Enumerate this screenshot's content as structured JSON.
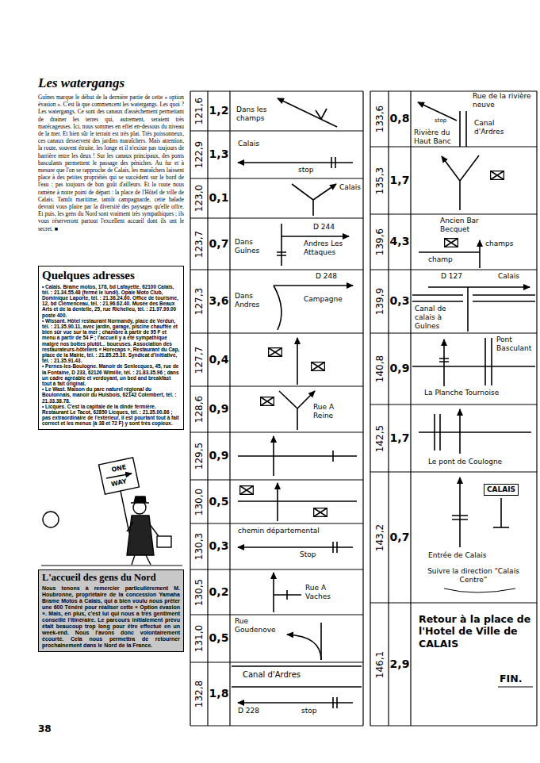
{
  "diagram": {
    "title": "Les watergangs",
    "nodes": [
      {
        "text": [
          "Quelques adresses",
          "• Calais. Brame motos, 178, bd Lafayette, 62100 Calais, tél. : 21.34.55.48 (fermé le lundi). Opale Moto Club, Dominique Laporte, tél. : 21.36.24.60. Office de tourisme, 12, bd Clémenceau, tél. : 21.96.62.40. Musée des Beaux Arts et de la dentelle, 25, rue Richelieu, tél. : 21.97.99.00 poste 400.",
          "• Wissant. Hôtel restaurant Normandy, place de Verdun, tél. : 21.35.90.11, avec jardin, garage, piscine chauffée et bien sûr vue sur la mer ; chambre à partir de 95 F et menu à partir de 54 F ; l'accueil y a été sympathique malgré nos bottes plutôt... boueuses. Association des restaurateurs-hôteliers « Horecaps », Restaurant du Cap, place de la Mairie, tél. : 21.85.25.10. Syndicat d'initiative, tél. : 21.35.91.43.",
          "• Pernes-les-Boulogne. Manoir de Senlecques, 45, rue de la Fontaine, D 233, 62126 Wimille, tél. : 21.83.35.96 ; dans un cadre agréable et verdoyant, un bed and breakfast tout à fait original.",
          "• Le Wast. Maison du parc naturel régional du Boulonnais, manoir du Huisbois, 62142 Colembert, tél. : 21.33.38.78.",
          "• Licques. C'est la capitale de la dinde fermière. Restaurant Le Tacot, 62850 Licques, tél. : 21.35.00.86 ; pas extraordinaire de l'extérieur, il est pourtant tout à fait correct et les menus (à 38 et 72 F) y sont très copieux."
        ]
      },
      {
        "text": [
          "L'accueil des gens du Nord",
          "Nous tenons à remercier particulièrement M. Houbronne, propriétaire de la concession Yamaha Brame Motos à Calais, qui a bien voulu nous prêter une 600 Ténéré pour réaliser cette « Option évasion ». Mais, en plus, c'est lui qui nous a très gentiment conseillé l'itinéraire. Le parcours initialement prévu était beaucoup trop long pour être effectué en un week-end. Nous l'avons donc volontairement écourté. Cela nous permettra de retourner prochainement dans le Nord de la France."
        ]
      }
    ],
    "labels": [
      "Guînes marque le début de la dernière partie de cette « option évasion ». C'est là que commencent les watergangs. Les quoi ? Les watergangs. Ce sont des canaux d'assèchement permettant de drainer les terres qui, autrement, seraient très marécageuses. Ici, nous sommes en effet en-dessous du niveau de la mer. Et bien sûr le terrain est très plat. Très poissonneux, ces canaux desservent des jardins maraîchers. Mais attention, la route, souvent étroite, les longe et il n'existe pas toujours de barrière entre les deux ! Sur les canaux principaux, des ponts basculants permettent le passage des péniches. Au fur et à mesure que l'on se rapproche de Calais, les maraîchers laissent place à des petites propriétés qui se succèdent sur le bord de l'eau ; pas toujours de bon goût d'ailleurs. Et la route nous ramène à notre point de départ : la place de l'Hôtel de ville de Calais. Tantôt maritime, tantôt campagnarde, cette balade devrait vous plaire par la diversité des paysages qu'elle offre. Et puis, les gens du Nord sont vraiment très sympathiques ; ils vous réserveront partout l'excellent accueil dont ils ont le secret. ■",
      "121,6",
      "1,2",
      "Dans les champs",
      "122,9",
      "1,3",
      "Calais",
      "stop",
      "123,0",
      "0,1",
      "Calais",
      "123,7",
      "0,7",
      "D 244",
      "Andres Les Attaques",
      "Dans Guînes",
      "127,3",
      "3,6",
      "D 248",
      "Dans Andres",
      "Campagne",
      "127,7",
      "0,4",
      "128,6",
      "0,9",
      "Rue A Reine",
      "129,5",
      "0,9",
      "130,0",
      "0,5",
      "130,3",
      "0,3",
      "chemin départemental",
      "Stop",
      "130,5",
      "0,2",
      "Rue A Vaches",
      "131,0",
      "0,5",
      "Rue Goudenove",
      "132,8",
      "1,8",
      "Canal d'Ardres",
      "D 228",
      "stop",
      "133,6",
      "0,8",
      "Rue de la rivière neuve",
      "Canal d'Ardres",
      "Rivière du Haut Banc",
      "stop",
      "135,3",
      "1,7",
      "139,6",
      "4,3",
      "Ancien Bar Becquet",
      "champs",
      "champ",
      "139,9",
      "0,3",
      "D 127",
      "Calais",
      "Canal de calais à Guînes",
      "140,8",
      "0,9",
      "Pont Basculant",
      "La Planche Tournoise",
      "142,5",
      "1,7",
      "Le pont de Coulogne",
      "143,2",
      "0,7",
      "CALAIS",
      "Entrée de Calais",
      "Suivre la direction “Calais Centre”",
      "146,1",
      "2,9",
      "Retour à la place de l'Hotel de Ville de CALAIS",
      "FIN.",
      "ONE",
      "WAY",
      "38"
    ]
  }
}
